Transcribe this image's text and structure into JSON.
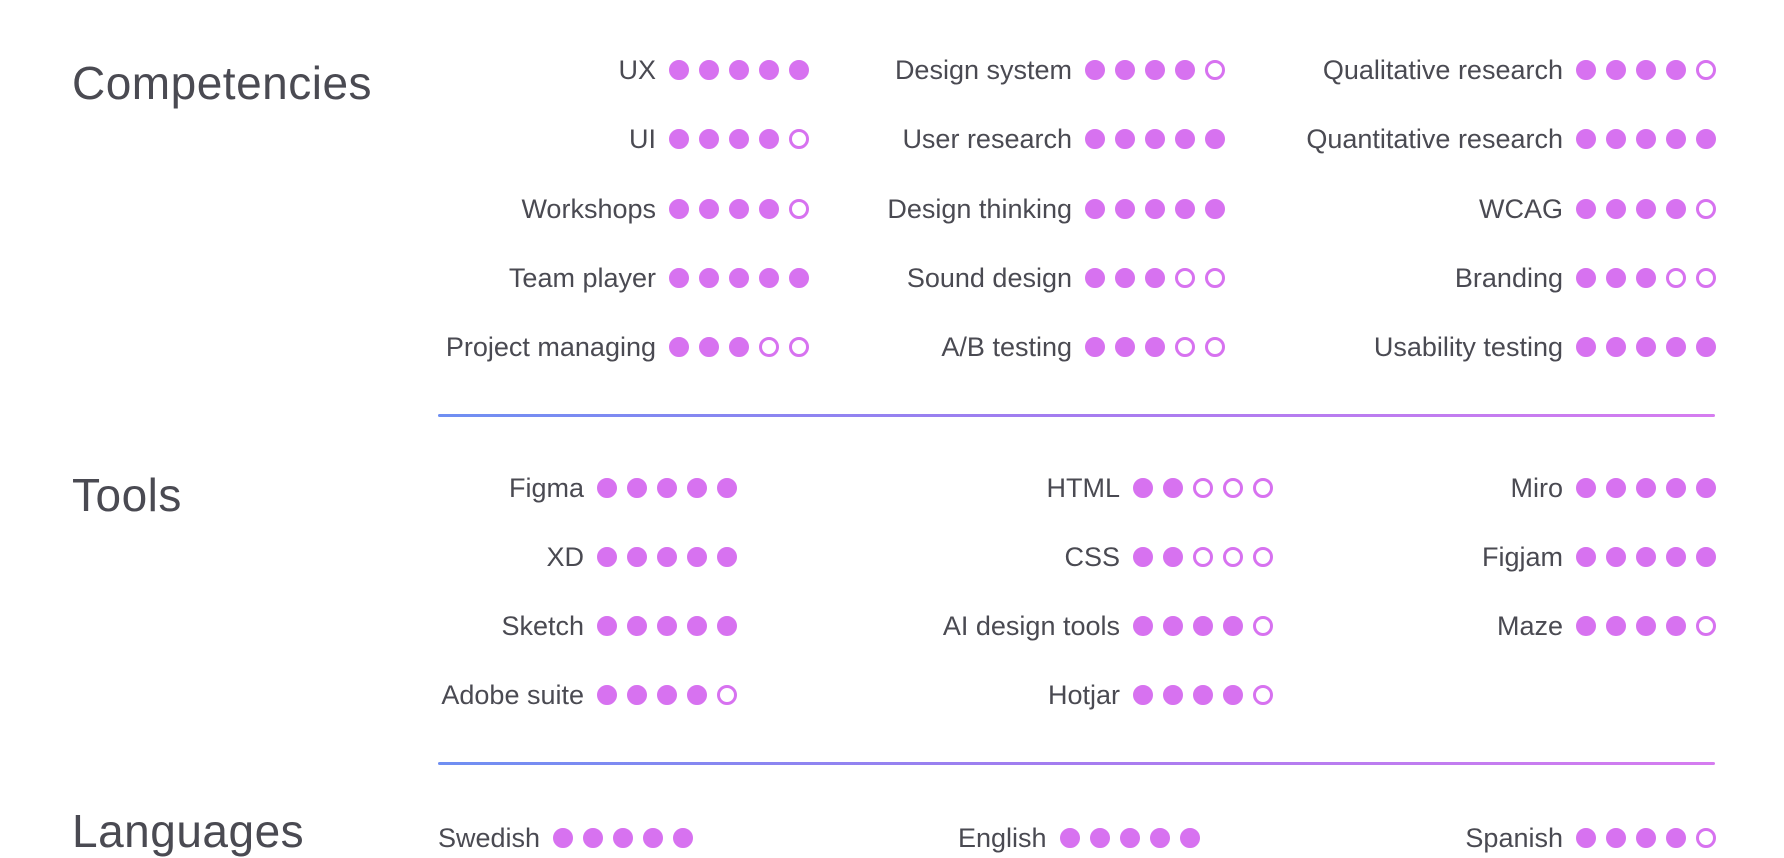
{
  "colors": {
    "accent": "#d772f0",
    "divider_start": "#6f8ff2",
    "divider_end": "#d67cf0",
    "text": "#4a4a52"
  },
  "rating_max": 5,
  "competencies": {
    "title": "Competencies",
    "items": [
      {
        "label": "UX",
        "rating": 5
      },
      {
        "label": "UI",
        "rating": 4
      },
      {
        "label": "Workshops",
        "rating": 4
      },
      {
        "label": "Team player",
        "rating": 5
      },
      {
        "label": "Project managing",
        "rating": 3
      },
      {
        "label": "Design system",
        "rating": 4
      },
      {
        "label": "User research",
        "rating": 5
      },
      {
        "label": "Design thinking",
        "rating": 5
      },
      {
        "label": "Sound design",
        "rating": 3
      },
      {
        "label": "A/B testing",
        "rating": 3
      },
      {
        "label": "Qualitative research",
        "rating": 4
      },
      {
        "label": "Quantitative research",
        "rating": 5
      },
      {
        "label": "WCAG",
        "rating": 4
      },
      {
        "label": "Branding",
        "rating": 3
      },
      {
        "label": "Usability testing",
        "rating": 5
      }
    ]
  },
  "tools": {
    "title": "Tools",
    "items": [
      {
        "label": "Figma",
        "rating": 5
      },
      {
        "label": "XD",
        "rating": 5
      },
      {
        "label": "Sketch",
        "rating": 5
      },
      {
        "label": "Adobe suite",
        "rating": 4
      },
      {
        "label": "HTML",
        "rating": 2
      },
      {
        "label": "CSS",
        "rating": 2
      },
      {
        "label": "AI design tools",
        "rating": 4
      },
      {
        "label": "Hotjar",
        "rating": 4
      },
      {
        "label": "Miro",
        "rating": 5
      },
      {
        "label": "Figjam",
        "rating": 5
      },
      {
        "label": "Maze",
        "rating": 4
      }
    ]
  },
  "languages": {
    "title": "Languages",
    "items": [
      {
        "label": "Swedish",
        "rating": 5
      },
      {
        "label": "English",
        "rating": 5
      },
      {
        "label": "Spanish",
        "rating": 4
      }
    ]
  }
}
